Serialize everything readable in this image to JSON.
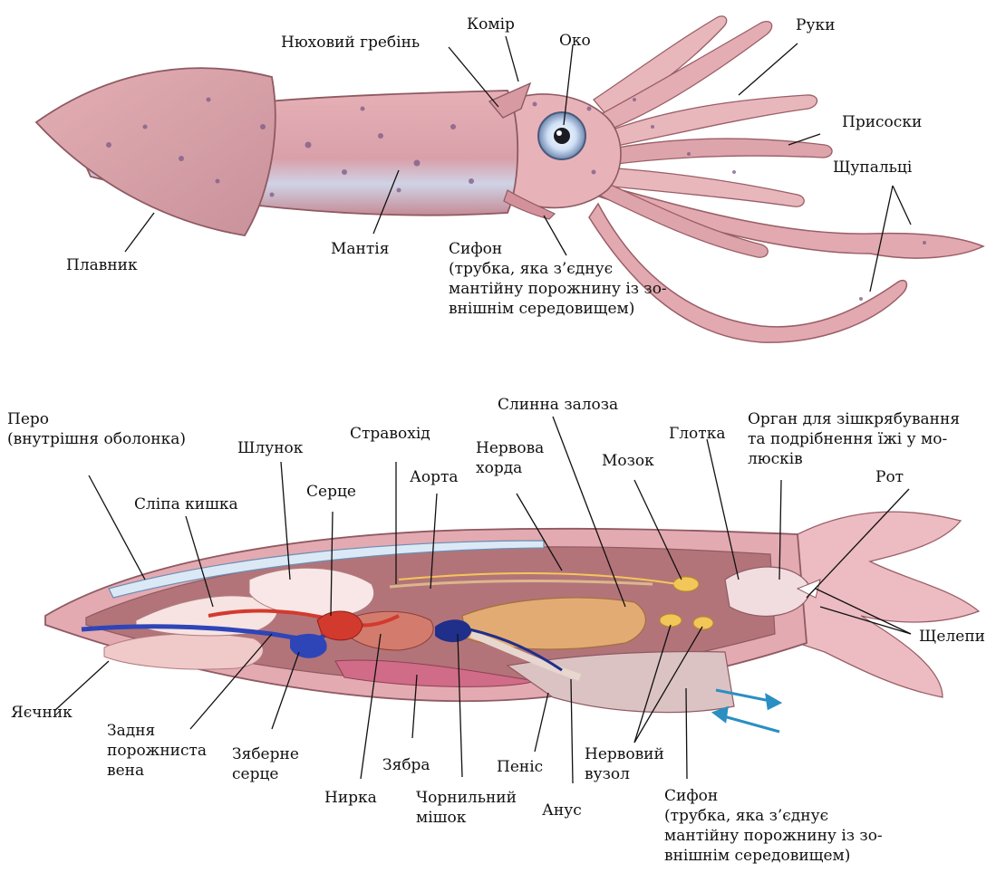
{
  "external": {
    "fin": "Плавник",
    "olfactory": "Нюховий гребінь",
    "collar": "Комір",
    "eye": "Око",
    "arms": "Руки",
    "suckers": "Присоски",
    "tentacles": "Щупальці",
    "mantle": "Мантія",
    "siphon_title": "Сифон",
    "siphon_desc": [
      "(трубка, яка з’єднує",
      "мантійну порожнину із зо-",
      "внішнім середовищем)"
    ]
  },
  "internal": {
    "pen": [
      "Перо",
      "(внутрішня оболонка)"
    ],
    "caecum": "Сліпа кишка",
    "stomach": "Шлунок",
    "heart": "Серце",
    "esophagus": "Стравохід",
    "aorta": "Аорта",
    "salivary": "Слинна залоза",
    "nerve_cord": [
      "Нервова",
      "хорда"
    ],
    "brain": "Мозок",
    "pharynx": "Глотка",
    "radula": [
      "Орган для зішкрябування",
      "та подрібнення їжі у мо-",
      "люсків"
    ],
    "mouth": "Рот",
    "jaws": "Щелепи",
    "ovary": "Яєчник",
    "vena_cava": [
      "Задня",
      "порожниста",
      "вена"
    ],
    "branchial_heart": [
      "Зяберне",
      "серце"
    ],
    "kidney": "Нирка",
    "gill": "Зябра",
    "ink_sac": [
      "Чорнильний",
      "мішок"
    ],
    "penis": "Пеніс",
    "anus": "Анус",
    "ganglion": [
      "Нервовий",
      "вузол"
    ],
    "siphon_title": "Сифон",
    "siphon_desc": [
      "(трубка, яка з’єднує",
      "мантійну порожнину із зо-",
      "внішнім середовищем)"
    ]
  },
  "colors": {
    "body": "#e7b3b4",
    "body_dark": "#c98a8f",
    "cavity": "#a96b70",
    "gonad": "#f3dada",
    "stomach": "#f6e4e2",
    "vein": "#2e45b8",
    "artery": "#d33a2e",
    "liver": "#e3ab74",
    "nerve": "#f3c65a",
    "gill": "#cf6a86",
    "ink": "#1f2f8a",
    "water": "#2a8fc3"
  }
}
